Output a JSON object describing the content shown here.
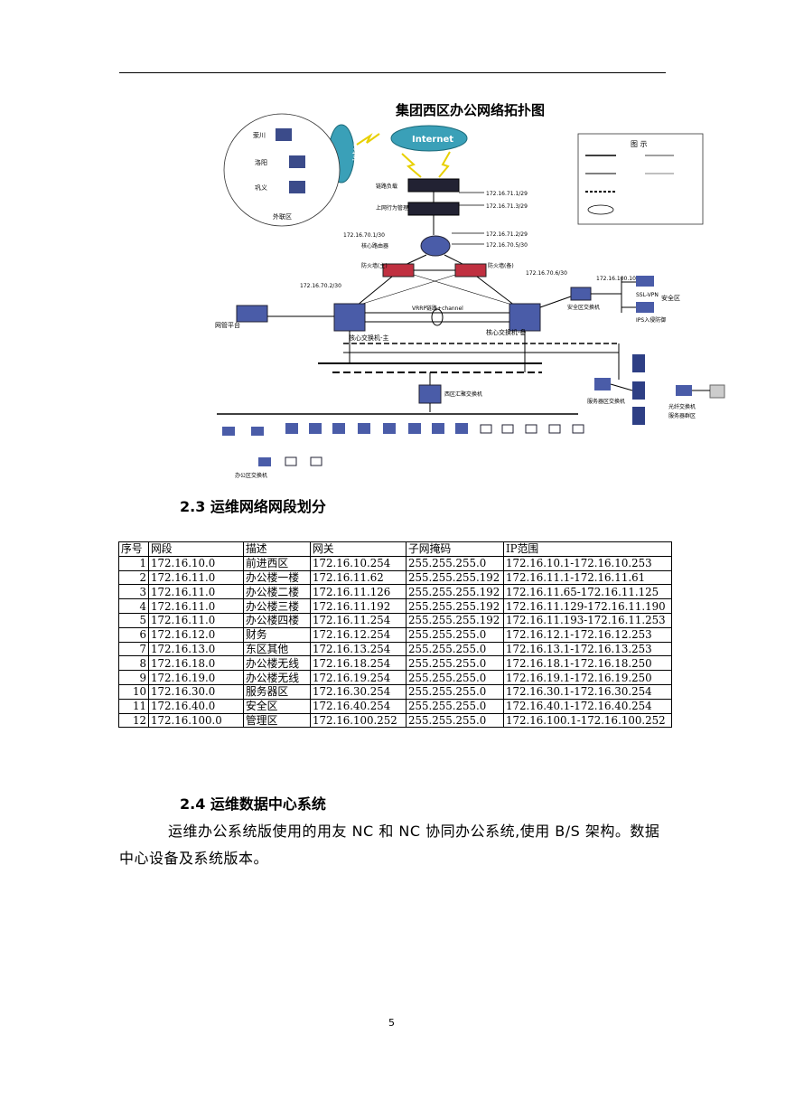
{
  "diagram": {
    "title": "集团西区办公网络拓扑图",
    "legend_title": "图 示",
    "labels": {
      "internet_cloud": "Internet",
      "internet_cloud_left": "Internet",
      "site_a": "荥川",
      "site_b": "洛阳",
      "site_c": "巩义",
      "extranet_zone": "外联区",
      "gw_device": "链路负载",
      "behavior_mgmt": "上网行为管理",
      "core_router": "核心路由器",
      "fw_main": "防火墙(主)",
      "fw_backup": "防火墙(备)",
      "core_sw_main": "核心交换机-主",
      "core_sw_backup": "核心交换机-备",
      "net_mgmt": "网管平台",
      "security_zone": "安全区",
      "security_sw": "安全区交换机",
      "ssl_vpn": "SSL-VPN",
      "ips": "IPS入侵防御",
      "server_sw": "服务器区交换机",
      "server_zone": "服务器群区",
      "optical_sw": "光纤交换机",
      "west_agg": "西区汇聚交换机",
      "office_sw": "办公区交换机",
      "ip_1": "172.16.71.1/29",
      "ip_2": "172.16.71.3/29",
      "ip_3": "172.16.71.2/29",
      "ip_4": "172.16.70.5/30",
      "ip_5": "172.16.70.1/30",
      "ip_6": "172.16.70.2/30",
      "ip_7": "172.16.70.6/30",
      "ip_8": "172.16.100.10",
      "trunk": "VRRP链路+channel"
    }
  },
  "section_23": {
    "title": "2.3 运维网络网段划分"
  },
  "table": {
    "headers": [
      "序号",
      "网段",
      "描述",
      "网关",
      "子网掩码",
      "IP范围"
    ],
    "rows": [
      [
        "1",
        "172.16.10.0",
        "前进西区",
        "172.16.10.254",
        "255.255.255.0",
        "172.16.10.1-172.16.10.253"
      ],
      [
        "2",
        "172.16.11.0",
        "办公楼一楼",
        "172.16.11.62",
        "255.255.255.192",
        "172.16.11.1-172.16.11.61"
      ],
      [
        "3",
        "172.16.11.0",
        "办公楼二楼",
        "172.16.11.126",
        "255.255.255.192",
        "172.16.11.65-172.16.11.125"
      ],
      [
        "4",
        "172.16.11.0",
        "办公楼三楼",
        "172.16.11.192",
        "255.255.255.192",
        "172.16.11.129-172.16.11.190"
      ],
      [
        "5",
        "172.16.11.0",
        "办公楼四楼",
        "172.16.11.254",
        "255.255.255.192",
        "172.16.11.193-172.16.11.253"
      ],
      [
        "6",
        "172.16.12.0",
        "财务",
        "172.16.12.254",
        "255.255.255.0",
        "172.16.12.1-172.16.12.253"
      ],
      [
        "7",
        "172.16.13.0",
        "东区其他",
        "172.16.13.254",
        "255.255.255.0",
        "172.16.13.1-172.16.13.253"
      ],
      [
        "8",
        "172.16.18.0",
        "办公楼无线",
        "172.16.18.254",
        "255.255.255.0",
        "172.16.18.1-172.16.18.250"
      ],
      [
        "9",
        "172.16.19.0",
        "办公楼无线",
        "172.16.19.254",
        "255.255.255.0",
        "172.16.19.1-172.16.19.250"
      ],
      [
        "10",
        "172.16.30.0",
        "服务器区",
        "172.16.30.254",
        "255.255.255.0",
        "172.16.30.1-172.16.30.254"
      ],
      [
        "11",
        "172.16.40.0",
        "安全区",
        "172.16.40.254",
        "255.255.255.0",
        "172.16.40.1-172.16.40.254"
      ],
      [
        "12",
        "172.16.100.0",
        "管理区",
        "172.16.100.252",
        "255.255.255.0",
        "172.16.100.1-172.16.100.252"
      ]
    ]
  },
  "section_24": {
    "title": "2.4 运维数据中心系统",
    "paragraph": "运维办公系统版使用的用友 NC 和 NC 协同办公系统,使用 B/S 架构。数据中心设备及系统版本。"
  },
  "footer": {
    "page_number": "5"
  }
}
